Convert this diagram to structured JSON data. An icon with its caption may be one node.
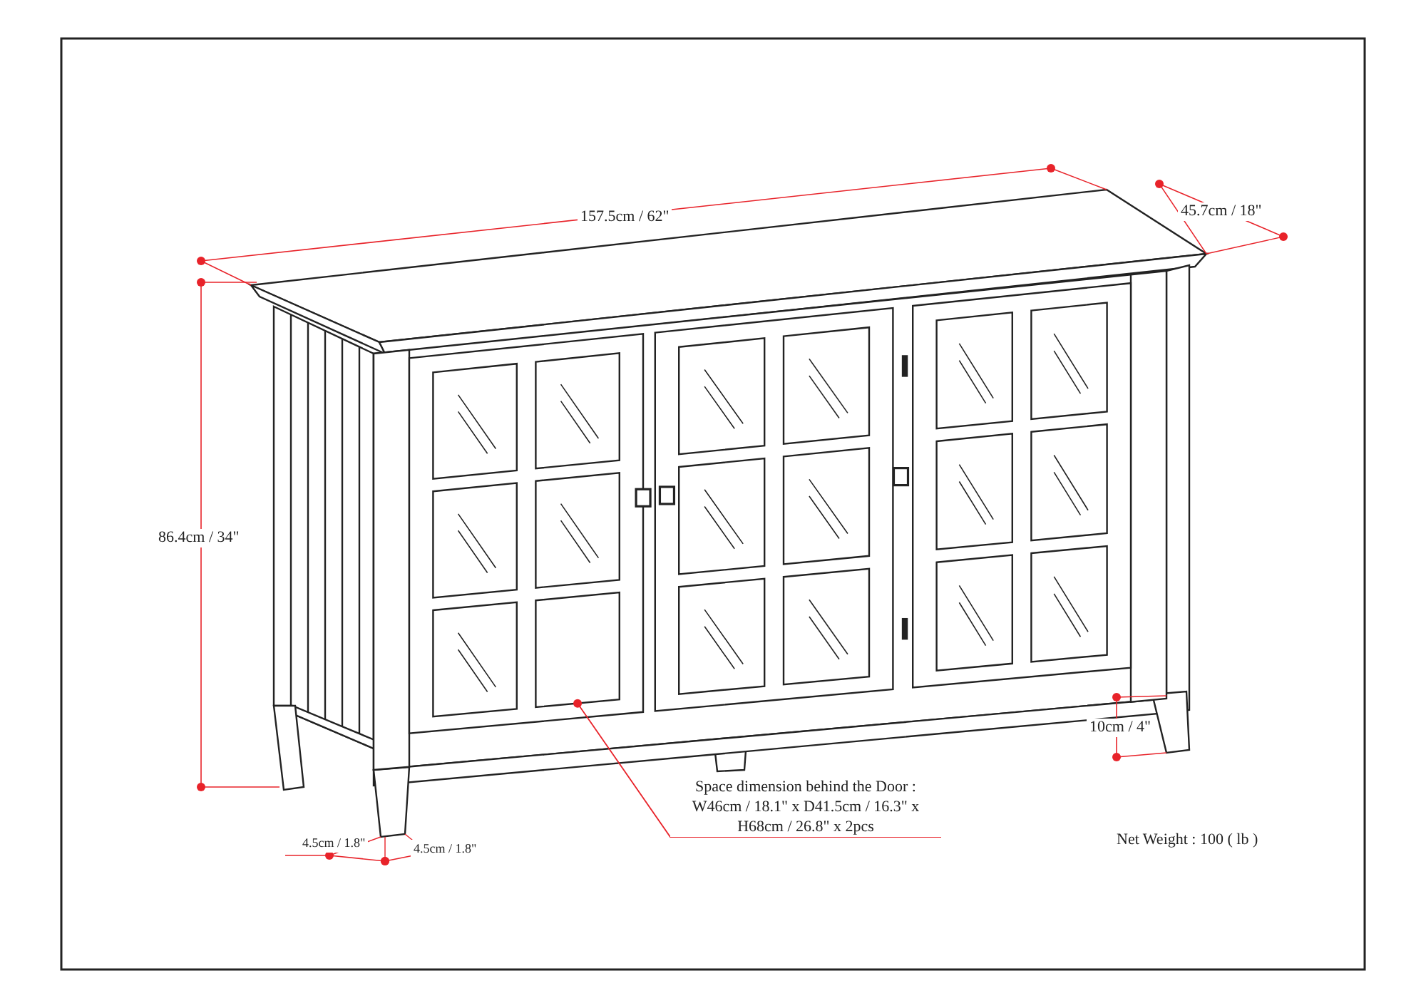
{
  "diagram": {
    "nodes": [
      {
        "text": [
          "Space dimension behind the Door : W46cm / 18.1\" x D41.5cm / 16.3\" x H68cm / 26.8\" x 2pcs"
        ]
      },
      {
        "text": [],
        "shape": "box"
      }
    ],
    "edges": [
      {
        "from": 0,
        "to": 1,
        "arrow": "other"
      }
    ],
    "labels": [
      "157.5cm / 62\"",
      "45.7cm / 18\"",
      "86.4cm / 34\"",
      "10cm / 4\"",
      "4.5cm / 1.8\"",
      "4.5cm / 1.8\"",
      "Net Weight : 100 ( lb )"
    ]
  }
}
